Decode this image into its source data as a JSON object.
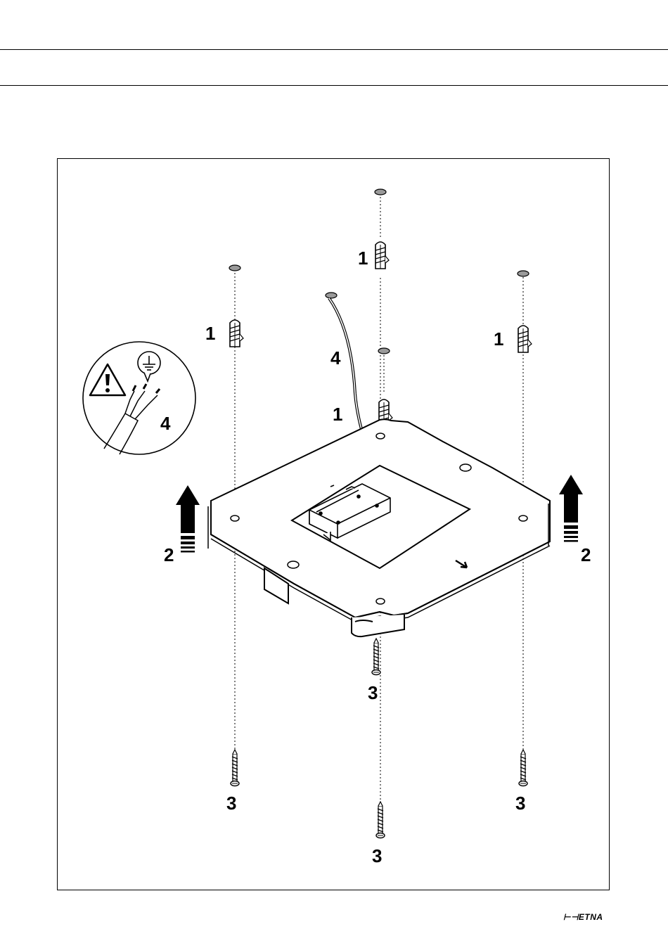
{
  "diagram": {
    "callouts": {
      "wall_plug": "1",
      "lift_direction": "2",
      "screw": "3",
      "earth_wire": "4"
    }
  },
  "footer": {
    "brand_logo_text": "ETNA"
  },
  "colors": {
    "line": "#000000",
    "hole_fill": "#9a9a9a",
    "background": "#ffffff"
  }
}
